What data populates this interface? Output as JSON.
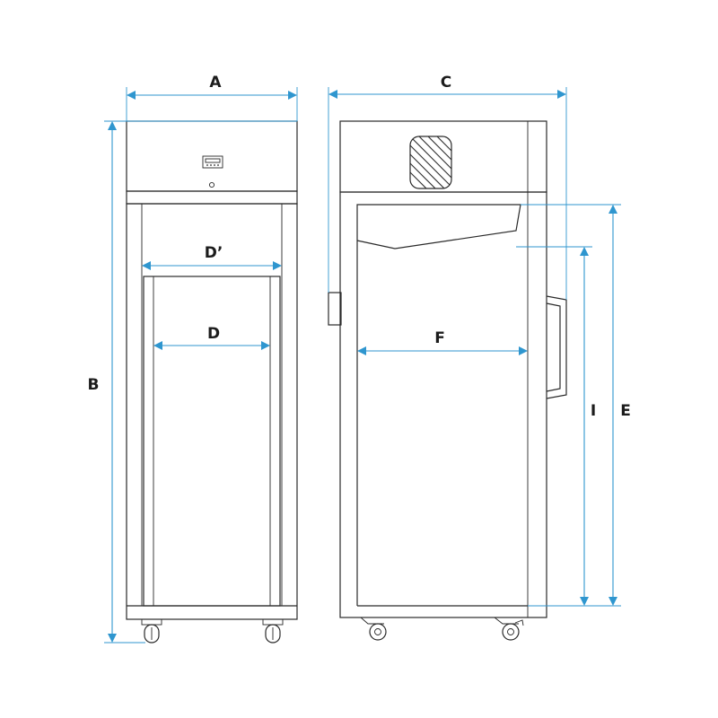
{
  "labels": {
    "a": "A",
    "b": "B",
    "c": "C",
    "d_prime": "D’",
    "d": "D",
    "f": "F",
    "i": "I",
    "e": "E"
  },
  "colors": {
    "dimension_line": "#2f96cf",
    "outline": "#2a2a2a",
    "background": "#ffffff"
  },
  "icons": {
    "controller": "digital-display-icon",
    "lock": "keyhole-icon",
    "vent": "hatched-vent-icon",
    "wheel": "caster-wheel-icon"
  }
}
